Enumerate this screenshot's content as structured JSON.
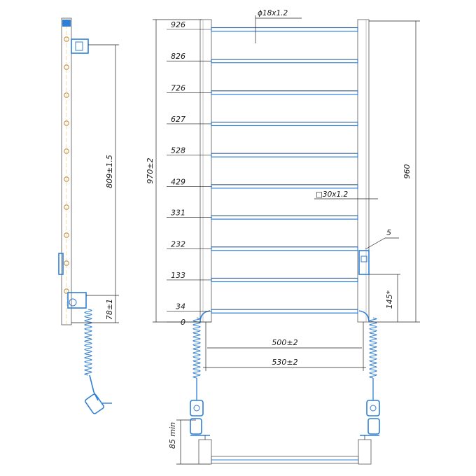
{
  "drawing": {
    "rung_labels": [
      "926",
      "826",
      "726",
      "627",
      "528",
      "429",
      "331",
      "232",
      "133",
      "34",
      "0"
    ],
    "tube_diameter": "ϕ18x1.2",
    "profile": "□30x1.2",
    "callout_number": "5",
    "dim_overall_height": "970±2",
    "dim_right_height": "960",
    "dim_side_height": "809±1.5",
    "dim_side_bottom": "78±1",
    "dim_socket": "145*",
    "dim_inner_width": "500±2",
    "dim_outer_width": "530±2",
    "dim_cable": "85 min",
    "colors": {
      "tube": "#2f7fd6",
      "line": "#222222"
    }
  }
}
